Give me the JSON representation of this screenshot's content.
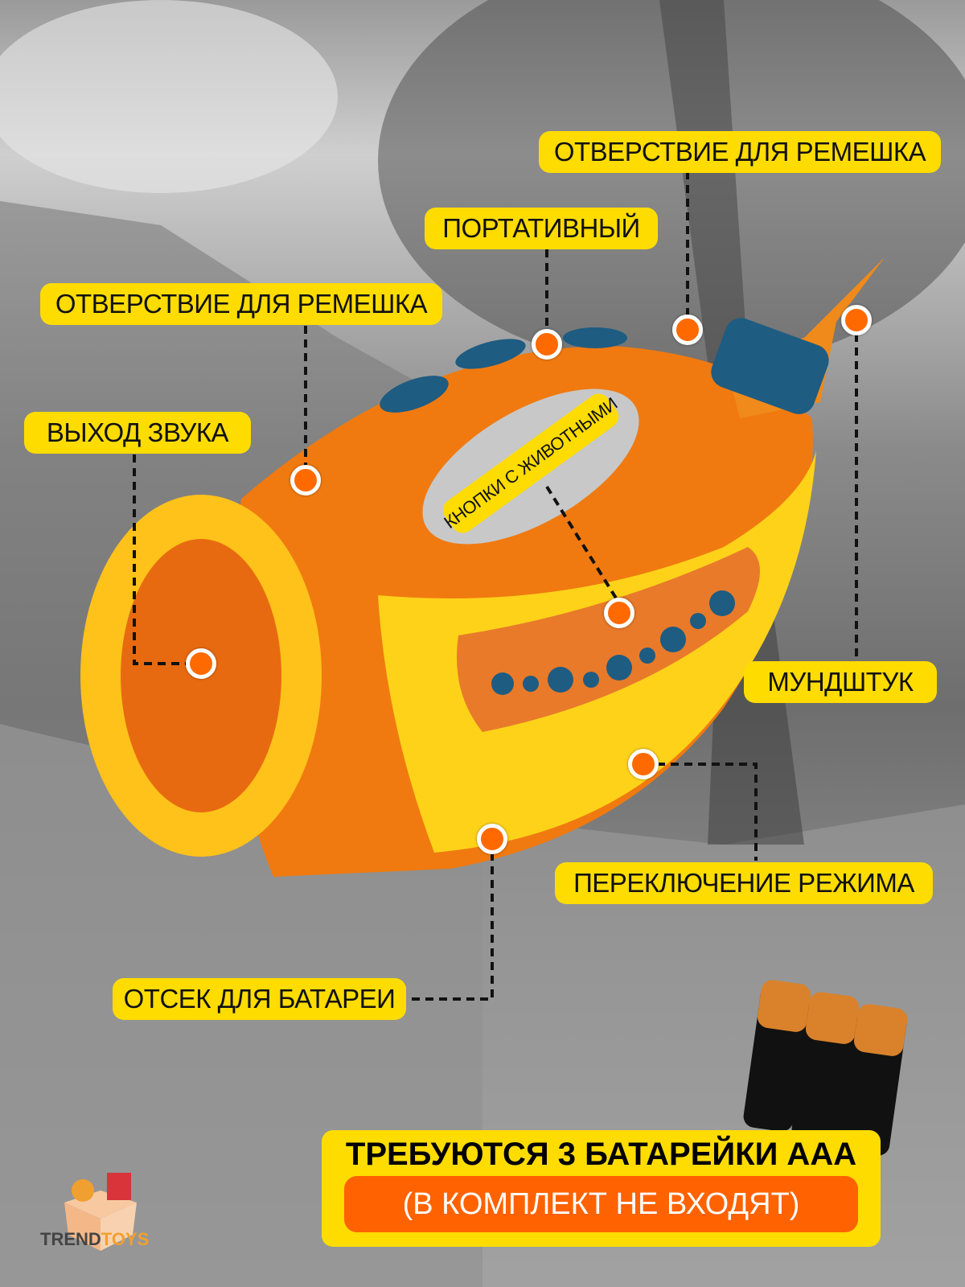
{
  "callouts": {
    "strap_hole_top": "ОТВЕРСТВИЕ ДЛЯ РЕМЕШКА",
    "portable": "ПОРТАТИВНЫЙ",
    "strap_hole_left": "ОТВЕРСТВИЕ ДЛЯ РЕМЕШКА",
    "sound_output": "ВЫХОД ЗВУКА",
    "animal_buttons": "КНОПКИ С ЖИВОТНЫМИ",
    "mouthpiece": "МУНДШТУК",
    "mode_switch": "ПЕРЕКЛЮЧЕНИЕ РЕЖИМА",
    "battery_compartment": "ОТСЕК ДЛЯ БАТАРЕИ"
  },
  "battery_notice": {
    "title": "ТРЕБУЮТСЯ 3 БАТАРЕЙКИ ААА",
    "subtitle": "(В КОМПЛЕКТ НЕ ВХОДЯТ)"
  },
  "logo": {
    "part1": "TREND",
    "part2": "TOYS"
  },
  "colors": {
    "label": "#ffdc00",
    "accent": "#ff6200",
    "toy_orange": "#f07a10",
    "toy_yellow": "#ffd21a",
    "toy_blue": "#1e5c82"
  }
}
